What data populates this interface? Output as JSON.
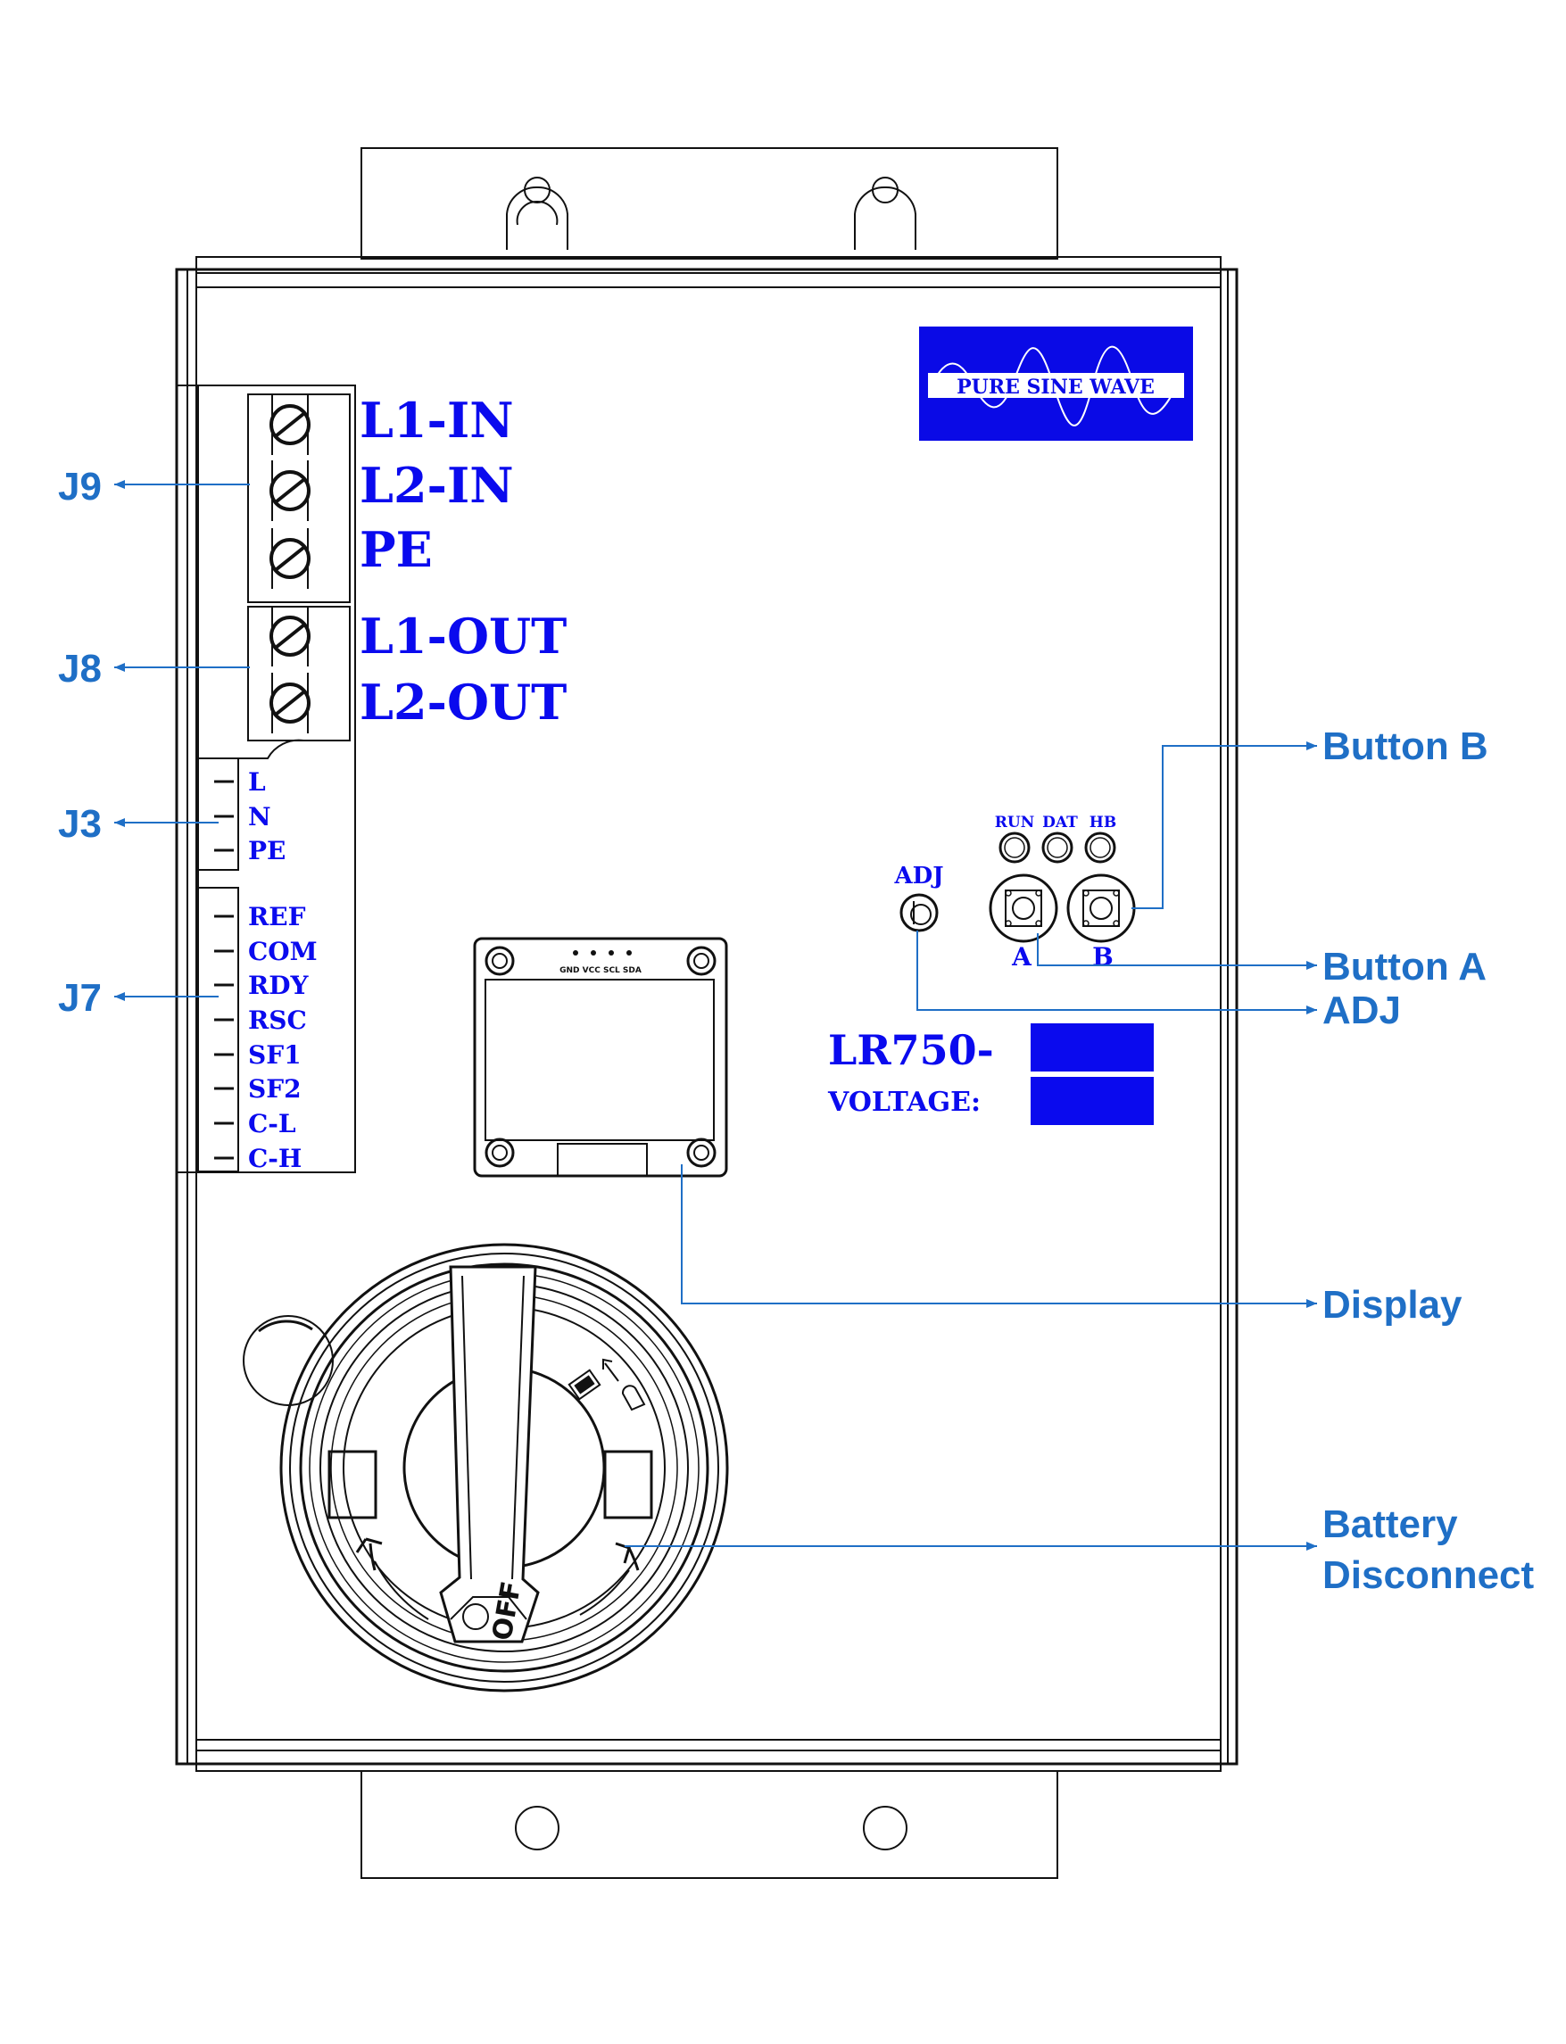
{
  "terminals": {
    "j9": {
      "id": "J9",
      "labels": [
        "L1-IN",
        "L2-IN",
        "PE"
      ]
    },
    "j8": {
      "id": "J8",
      "labels": [
        "L1-OUT",
        "L2-OUT"
      ]
    },
    "j3": {
      "id": "J3",
      "labels": [
        "L",
        "N",
        "PE"
      ]
    },
    "j7": {
      "id": "J7",
      "labels": [
        "REF",
        "COM",
        "RDY",
        "RSC",
        "SF1",
        "SF2",
        "C-L",
        "C-H"
      ]
    }
  },
  "badge": {
    "text": "PURE SINE WAVE"
  },
  "leds": [
    "RUN",
    "DAT",
    "HB"
  ],
  "adj_label": "ADJ",
  "buttons": {
    "a": "A",
    "b": "B"
  },
  "display_pins": "GND VCC SCL SDA",
  "model": {
    "prefix": "LR750-",
    "voltage_label": "VOLTAGE:"
  },
  "disconnect": {
    "off_label": "OFF"
  },
  "callouts": {
    "button_b": "Button B",
    "button_a": "Button A",
    "adj": "ADJ",
    "display": "Display",
    "battery_line1": "Battery",
    "battery_line2": "Disconnect"
  },
  "colors": {
    "accent": "#0a0aee",
    "callout": "#1f6fc6",
    "badge": "#0a0ae6"
  }
}
